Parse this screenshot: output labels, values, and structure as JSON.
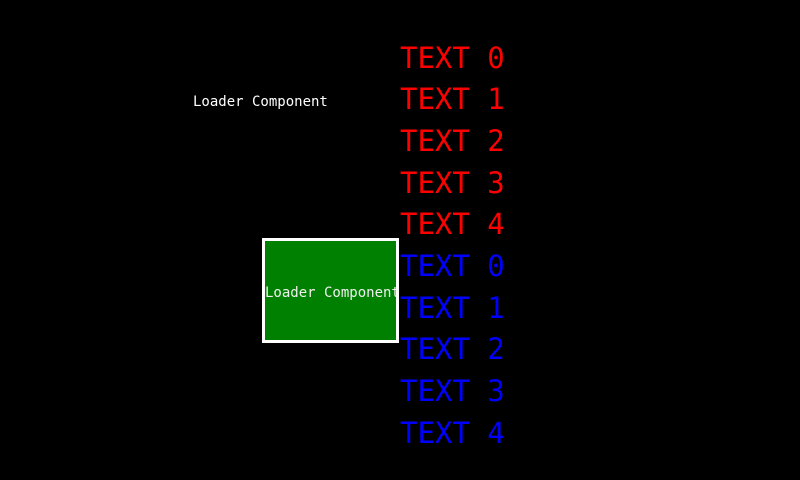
{
  "screen": {
    "background": "#000000"
  },
  "loader_text_widget": {
    "label": "Loader Component",
    "color": "#ffffff"
  },
  "loader_box_widget": {
    "label": "Loader Component",
    "bg_color": "#008000",
    "border_color": "#ffffff",
    "text_color": "#f0f0f0"
  },
  "text_list": {
    "red_color": "#ff0000",
    "blue_color": "#0000ff",
    "items": [
      {
        "label": "TEXT 0",
        "color": "#ff0000"
      },
      {
        "label": "TEXT 1",
        "color": "#ff0000"
      },
      {
        "label": "TEXT 2",
        "color": "#ff0000"
      },
      {
        "label": "TEXT 3",
        "color": "#ff0000"
      },
      {
        "label": "TEXT 4",
        "color": "#ff0000"
      },
      {
        "label": "TEXT 0",
        "color": "#0000ff"
      },
      {
        "label": "TEXT 1",
        "color": "#0000ff"
      },
      {
        "label": "TEXT 2",
        "color": "#0000ff"
      },
      {
        "label": "TEXT 3",
        "color": "#0000ff"
      },
      {
        "label": "TEXT 4",
        "color": "#0000ff"
      }
    ]
  }
}
